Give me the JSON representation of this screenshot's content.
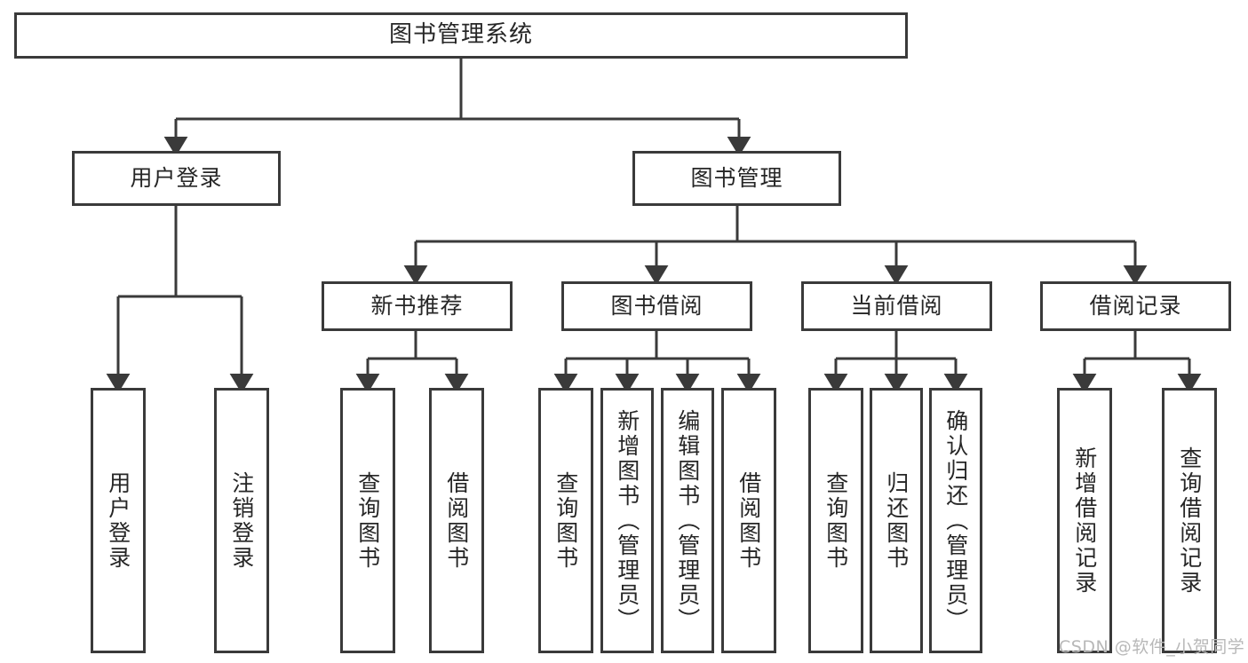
{
  "diagram": {
    "type": "tree-hierarchy",
    "title": "图书管理系统",
    "watermark": "CSDN @软件_小贺同学",
    "colors": {
      "box_border": "#3a3a3a",
      "box_fill": "#ffffff",
      "connector": "#3a3a3a",
      "text": "#262626",
      "watermark": "#b8b8b8",
      "background": "#ffffff"
    },
    "levels": {
      "root": "图书管理系统",
      "level2": [
        "用户登录",
        "图书管理"
      ],
      "level3": [
        "新书推荐",
        "图书借阅",
        "当前借阅",
        "借阅记录"
      ]
    },
    "nodes": {
      "root": {
        "label": "图书管理系统"
      },
      "user_login": {
        "label": "用户登录"
      },
      "book_manage": {
        "label": "图书管理"
      },
      "new_book_rec": {
        "label": "新书推荐"
      },
      "book_borrow": {
        "label": "图书借阅"
      },
      "current_borrow": {
        "label": "当前借阅"
      },
      "borrow_record": {
        "label": "借阅记录"
      }
    },
    "leaves": {
      "user_login": [
        {
          "label": "用户登录"
        },
        {
          "label": "注销登录"
        }
      ],
      "new_book_rec": [
        {
          "label": "查询图书"
        },
        {
          "label": "借阅图书"
        }
      ],
      "book_borrow": [
        {
          "label": "查询图书"
        },
        {
          "label": "新增图书（管理员）"
        },
        {
          "label": "编辑图书（管理员）"
        },
        {
          "label": "借阅图书"
        }
      ],
      "current_borrow": [
        {
          "label": "查询图书"
        },
        {
          "label": "归还图书"
        },
        {
          "label": "确认归还（管理员）"
        }
      ],
      "borrow_record": [
        {
          "label": "新增借阅记录"
        },
        {
          "label": "查询借阅记录"
        }
      ]
    }
  }
}
